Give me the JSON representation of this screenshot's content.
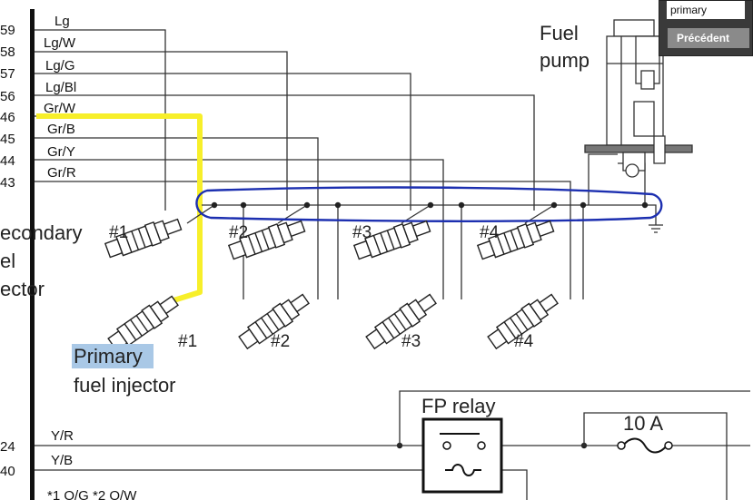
{
  "pins": {
    "p59": "59",
    "p58": "58",
    "p57": "57",
    "p56": "56",
    "p46": "46",
    "p45": "45",
    "p44": "44",
    "p43": "43",
    "p24": "24",
    "p40": "40"
  },
  "wires": {
    "lg": "Lg",
    "lgw": "Lg/W",
    "lgg": "Lg/G",
    "lgbl": "Lg/Bl",
    "grw": "Gr/W",
    "grb": "Gr/B",
    "gry": "Gr/Y",
    "grr": "Gr/R",
    "yr": "Y/R",
    "yb": "Y/B"
  },
  "labels": {
    "fuel": "Fuel",
    "pump": "pump",
    "secondary_1": "econdary",
    "secondary_2": "el",
    "secondary_3": "ector",
    "primary_1": "Primary",
    "primary_2": "fuel injector",
    "fp_relay": "FP relay",
    "fuse": "10 A",
    "footnote": "*1 O/G    *2 O/W"
  },
  "injectors": {
    "sec1": "#1",
    "sec2": "#2",
    "sec3": "#3",
    "sec4": "#4",
    "pri1": "#1",
    "pri2": "#2",
    "pri3": "#3",
    "pri4": "#4"
  },
  "search": {
    "value": "primary",
    "prev_label": "Précédent"
  },
  "colors": {
    "highlight_yellow": "#f7ef2a",
    "loop_blue": "#1c2fb0",
    "selection_blue": "#a9c8e6"
  }
}
